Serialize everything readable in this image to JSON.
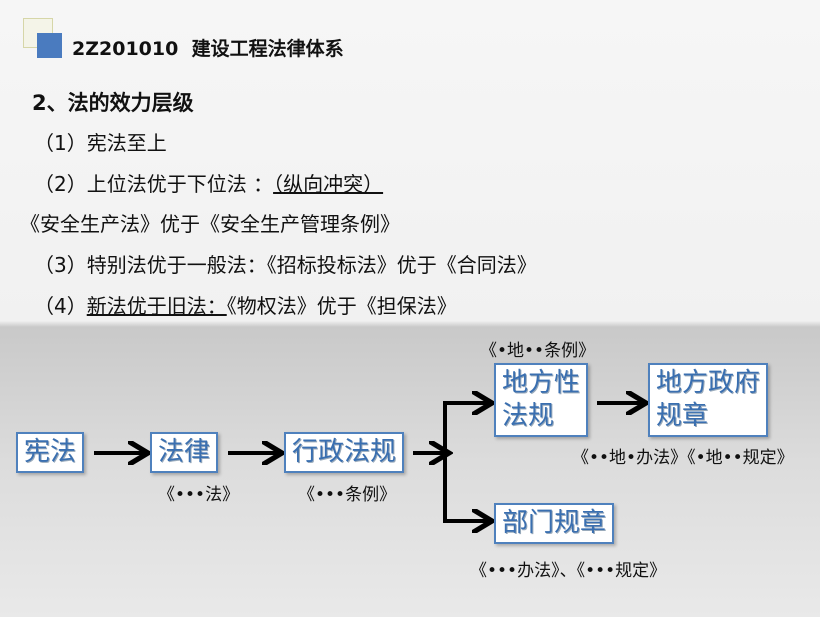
{
  "header": {
    "code": "2Z201010",
    "title": "建设工程法律体系"
  },
  "section": "2、法的效力层级",
  "lines": {
    "l1": "（1）宪法至上",
    "l2a": "（2）上位法优于下位法 ：",
    "l2b": "（纵向冲突）",
    "l2c": "《安全生产法》优于《安全生产管理条例》",
    "l3": "（3）特别法优于一般法：《招标投标法》优于《合同法》",
    "l4a": "（4）",
    "l4b": "新法优于旧法：",
    "l4c": "《物权法》优于《担保法》"
  },
  "diagram": {
    "constitution": "宪法",
    "law": "法律",
    "law_cap": "《•••法》",
    "admin": "行政法规",
    "admin_cap": "《•••条例》",
    "local_a": "地方性",
    "local_b": "法规",
    "local_cap": "《•地••条例》",
    "localgov_a": "地方政府",
    "localgov_b": "规章",
    "localgov_cap": "《••地•办法》《•地••规定》",
    "dept": "部门规章",
    "dept_cap": "《•••办法》、《•••规定》"
  }
}
